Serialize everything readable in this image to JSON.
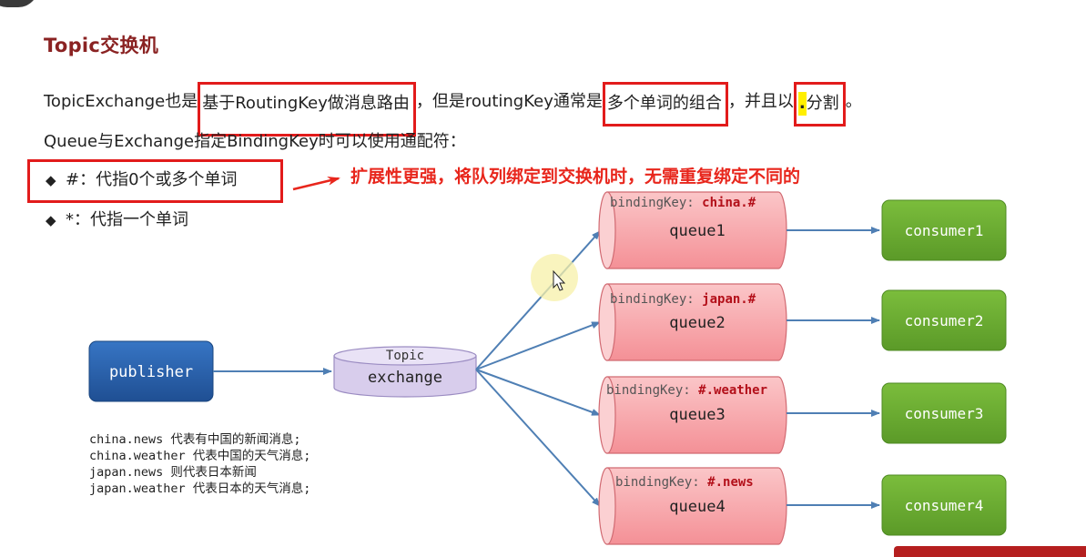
{
  "title": "Topic交换机",
  "para1": {
    "t1": "TopicExchange也是",
    "t2": "基于RoutingKey做消息路由",
    "t3": "，但是routingKey通常是",
    "t4": "多个单词的组合",
    "t5": "，并且以",
    "t6": ".",
    "t7": "分割",
    "t8": "。"
  },
  "para2": "Queue与Exchange指定BindingKey时可以使用通配符：",
  "bullets": [
    {
      "symbol": "◆",
      "text": "#：代指0个或多个单词"
    },
    {
      "symbol": "◆",
      "text": "*：代指一个单词"
    }
  ],
  "annotation": "扩展性更强，将队列绑定到交换机时，无需重复绑定不同的",
  "diagram": {
    "publisher": "publisher",
    "exchange_top": "Topic",
    "exchange": "exchange",
    "binding_prefix": "bindingKey: ",
    "queues": [
      {
        "name": "queue1",
        "key": "china.#"
      },
      {
        "name": "queue2",
        "key": "japan.#"
      },
      {
        "name": "queue3",
        "key": "#.weather"
      },
      {
        "name": "queue4",
        "key": "#.news"
      }
    ],
    "consumers": [
      "consumer1",
      "consumer2",
      "consumer3",
      "consumer4"
    ]
  },
  "legend": [
    "china.news 代表有中国的新闻消息;",
    "china.weather 代表中国的天气消息;",
    "japan.news 则代表日本新闻",
    "japan.weather 代表日本的天气消息;"
  ],
  "colors": {
    "title": "#8a2222",
    "highlight_border": "#e21b1b",
    "annotation": "#e8261c",
    "publisher": "#2c64ad",
    "exchange": "#dcd2ee",
    "queue": "#f6a3a8",
    "consumer": "#6bab31",
    "arrow": "#4f7fb4",
    "binding_key": "#b3101a"
  }
}
